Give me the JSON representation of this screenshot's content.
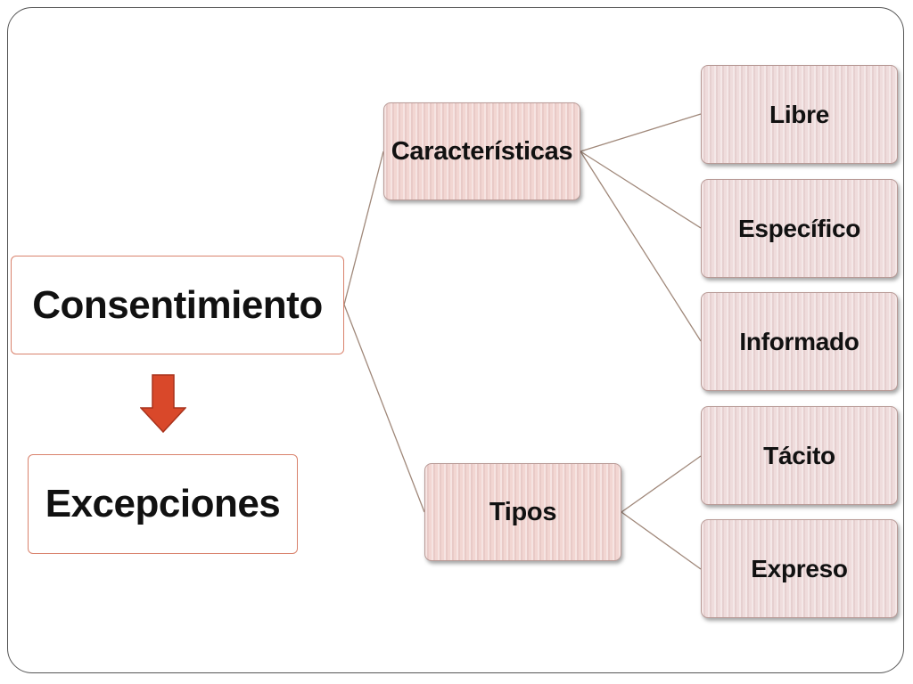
{
  "diagram": {
    "root_label": "Consentimiento",
    "exceptions_label": "Excepciones",
    "branch_characteristics": {
      "label": "Características",
      "children": [
        "Libre",
        "Específico",
        "Informado"
      ]
    },
    "branch_types": {
      "label": "Tipos",
      "children": [
        "Tácito",
        "Expreso"
      ]
    }
  },
  "colors": {
    "connector": "#a0887a",
    "root_border": "#d9826c",
    "node_fill": "#efdcdc",
    "arrow_fill": "#d9482a"
  }
}
